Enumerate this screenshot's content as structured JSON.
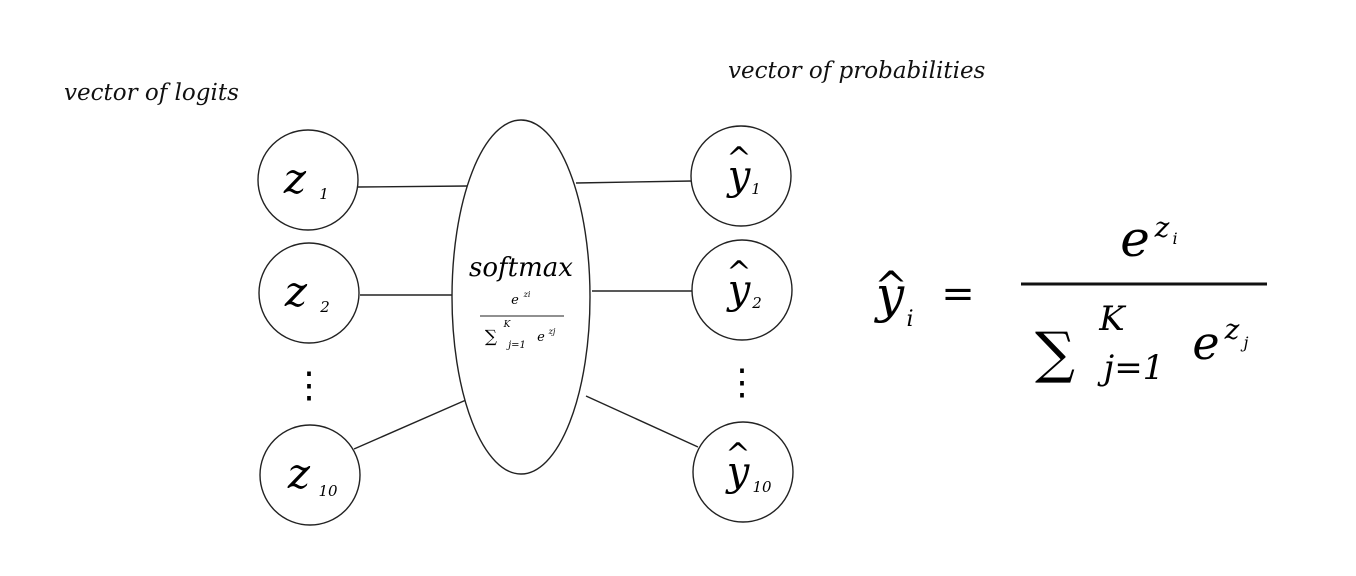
{
  "captions": {
    "left": "vector of logits",
    "right": "vector of probabilities"
  },
  "inputs": [
    {
      "symbol": "z",
      "sub": "1"
    },
    {
      "symbol": "z",
      "sub": "2"
    },
    {
      "symbol": "z",
      "sub": "10"
    }
  ],
  "outputs": [
    {
      "symbol": "y",
      "hat": "^",
      "sub": "1"
    },
    {
      "symbol": "y",
      "hat": "^",
      "sub": "2"
    },
    {
      "symbol": "y",
      "hat": "^",
      "sub": "10"
    }
  ],
  "ellipsis": "⋮",
  "softmax": {
    "label": "softmax",
    "numerator_base": "e",
    "numerator_exp": "zi",
    "sum_symbol": "∑",
    "sum_upper": "K",
    "sum_lower": "j=1",
    "denominator_base": "e",
    "denominator_exp": "zj"
  },
  "formula": {
    "lhs_symbol": "y",
    "lhs_hat": "^",
    "lhs_sub": "i",
    "equals": "=",
    "numerator_base": "e",
    "numerator_exp_base": "z",
    "numerator_exp_sub": "i",
    "sum_symbol": "∑",
    "sum_upper": "K",
    "sum_lower": "j=1",
    "denominator_base": "e",
    "denominator_exp_base": "z",
    "denominator_exp_sub": "j"
  }
}
